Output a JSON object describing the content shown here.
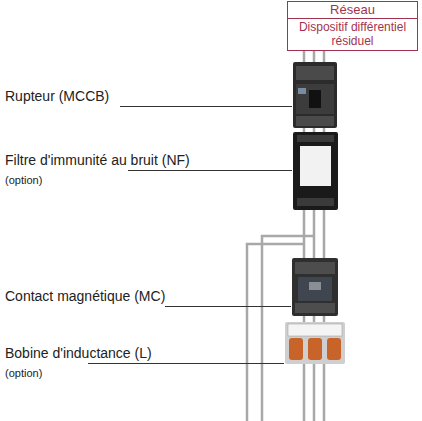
{
  "diagram": {
    "nodes": [
      {
        "text": [
          "Réseau",
          "Dispositif différentiel résiduel"
        ]
      }
    ],
    "labels": [
      "Rupteur (MCCB)",
      "Filtre d'immunité au bruit (NF)",
      "(option)",
      "Contact magnétique (MC)",
      "Bobine d'inductance (L)",
      "(option)"
    ]
  }
}
